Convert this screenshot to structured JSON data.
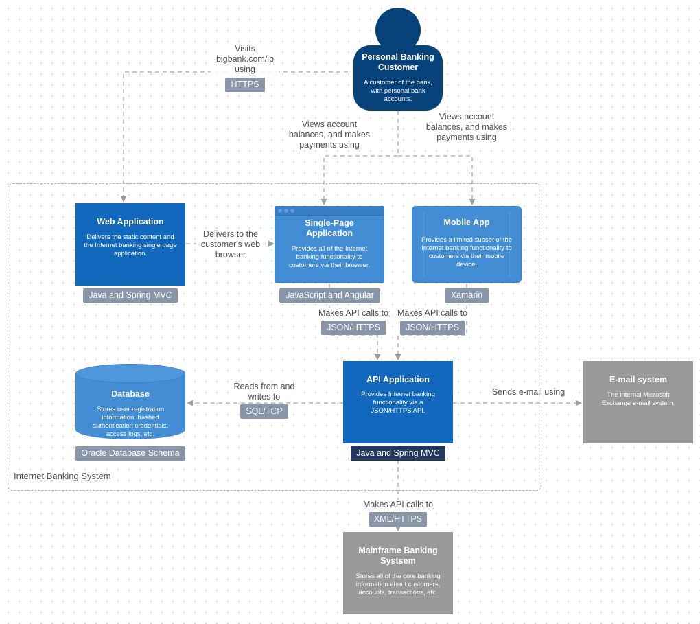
{
  "boundary": {
    "label": "Internet Banking System"
  },
  "person": {
    "title": "Personal Banking Customer",
    "description": "A customer of the bank, with personal bank accounts."
  },
  "web_app": {
    "title": "Web Application",
    "description": "Delivers the static content and the Internet banking single page application.",
    "tech": "Java and Spring MVC"
  },
  "spa": {
    "title": "Single-Page Application",
    "description": "Provides all of the Internet banking functionality to customers via their browser.",
    "tech": "JavaScript and Angular"
  },
  "mobile": {
    "title": "Mobile App",
    "description": "Provides a limited subset of the Internet banking functionality to customers via their mobile device.",
    "tech": "Xamarin"
  },
  "api": {
    "title": "API Application",
    "description": "Provides Internet banking functionality via a JSON/HTTPS API.",
    "tech": "Java and Spring MVC"
  },
  "database": {
    "title": "Database",
    "description": "Stores user registration information, hashed authentication credentials, access logs, etc.",
    "tech": "Oracle Database Schema"
  },
  "email": {
    "title": "E-mail system",
    "description": "The internal Microsoft Exchange e-mail system."
  },
  "mainframe": {
    "title": "Mainframe Banking Systsem",
    "description": "Stores all of the core banking information about customers, accounts, transactions, etc."
  },
  "relations": {
    "visits": {
      "label": "Visits bigbank.com/ib using",
      "tech": "HTTPS"
    },
    "views_spa": {
      "label": "Views account balances, and makes payments using"
    },
    "views_mobile": {
      "label": "Views account balances, and makes payments using"
    },
    "delivers": {
      "label": "Delivers to the customer's web browser"
    },
    "spa_api": {
      "label": "Makes API calls to",
      "tech": "JSON/HTTPS"
    },
    "mobile_api": {
      "label": "Makes API calls to",
      "tech": "JSON/HTTPS"
    },
    "db": {
      "label": "Reads from and writes to",
      "tech": "SQL/TCP"
    },
    "email": {
      "label": "Sends e-mail using"
    },
    "mainframe": {
      "label": "Makes API calls to",
      "tech": "XML/HTTPS"
    }
  },
  "colors": {
    "person": "#08427b",
    "container_dark": "#1168bd",
    "container_light": "#438dd5",
    "external": "#999999",
    "tag": "#8996a9",
    "tag_highlight": "#23385f"
  }
}
